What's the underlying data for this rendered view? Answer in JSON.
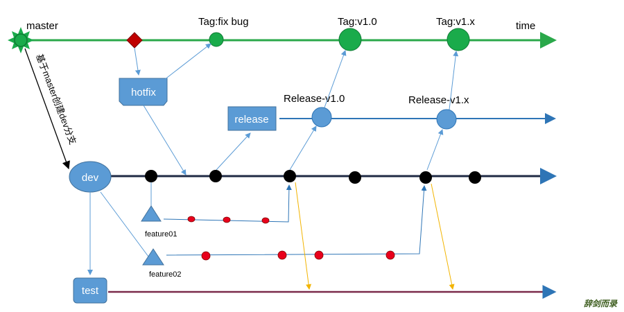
{
  "labels": {
    "master": "master",
    "time": "time",
    "tag_fix_bug": "Tag:fix bug",
    "tag_v10": "Tag:v1.0",
    "tag_v1x": "Tag:v1.x",
    "release_v10": "Release-v1.0",
    "release_v1x": "Release-v1.x",
    "hotfix": "hotfix",
    "release": "release",
    "dev": "dev",
    "test": "test",
    "feature01": "feature01",
    "feature02": "feature02",
    "create_dev_note": "基于master创建dev分支",
    "watermark": "辞剑而录"
  },
  "colors": {
    "master_line": "#2aa84a",
    "tag_node": "#1aab4b",
    "branch_box": "#5b9bd5",
    "box_border": "#41719c",
    "release_line": "#2e75b6",
    "dev_line": "#1f2a44",
    "feature_commit": "#e8001c",
    "hotfix_diamond": "#c00000",
    "test_line": "#7a2a4a",
    "merge_to_test": "#f2b400",
    "watermark": "#3a5a1a"
  }
}
